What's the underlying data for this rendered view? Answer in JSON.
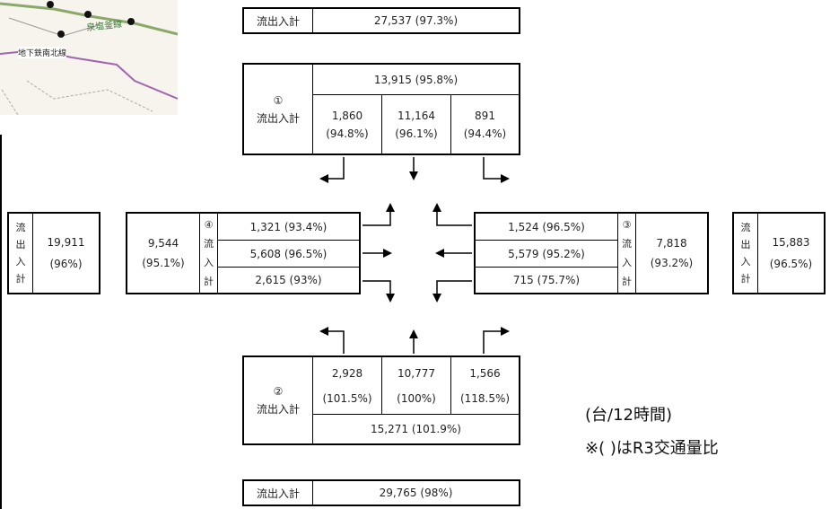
{
  "map": {
    "line_label": "泉塩釜線",
    "subway_label": "地下鉄南北線"
  },
  "labels": {
    "total_label": "流出入計",
    "vertical_chars": [
      "流",
      "入",
      "計"
    ],
    "vertical_chars_4": [
      "流",
      "出",
      "入",
      "計"
    ]
  },
  "top_total": {
    "value": "27,537 (97.3%)"
  },
  "bottom_total": {
    "value": "29,765 (98%)"
  },
  "north": {
    "number": "①",
    "total": "13,915 (95.8%)",
    "movements": [
      {
        "value": "1,860",
        "ratio": "(94.8%)"
      },
      {
        "value": "11,164",
        "ratio": "(96.1%)"
      },
      {
        "value": "891",
        "ratio": "(94.4%)"
      }
    ]
  },
  "south": {
    "number": "②",
    "total": "15,271 (101.9%)",
    "movements": [
      {
        "value": "2,928",
        "ratio": "(101.5%)"
      },
      {
        "value": "10,777",
        "ratio": "(100%)"
      },
      {
        "value": "1,566",
        "ratio": "(118.5%)"
      }
    ]
  },
  "west": {
    "number": "④",
    "total_value": "9,544",
    "total_ratio": "(95.1%)",
    "movements": [
      "1,321 (93.4%)",
      "5,608 (96.5%)",
      "2,615 (93%)"
    ],
    "outer_value": "19,911",
    "outer_ratio": "(96%)"
  },
  "east": {
    "number": "③",
    "total_value": "7,818",
    "total_ratio": "(93.2%)",
    "movements": [
      "1,524 (96.5%)",
      "5,579 (95.2%)",
      "715 (75.7%)"
    ],
    "outer_value": "15,883",
    "outer_ratio": "(96.5%)"
  },
  "notes": {
    "unit": "(台/12時間)",
    "ratio_note": "※(  )はR3交通量比"
  }
}
